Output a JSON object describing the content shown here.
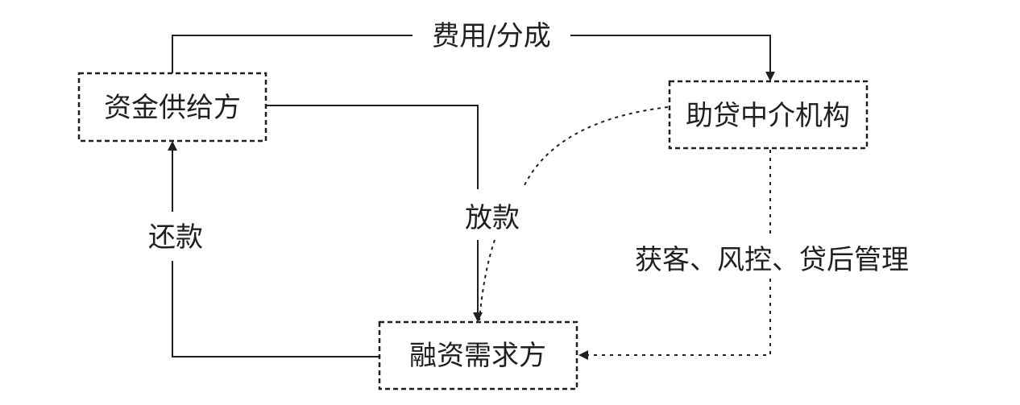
{
  "diagram": {
    "nodes": {
      "fund_supplier": {
        "label": "资金供给方"
      },
      "loan_intermediary": {
        "label": "助贷中介机构"
      },
      "financing_demander": {
        "label": "融资需求方"
      }
    },
    "edges": {
      "fee_share": {
        "label": "费用/分成",
        "from": "资金供给方",
        "to": "助贷中介机构",
        "style": "solid"
      },
      "lending": {
        "label": "放款",
        "from": "资金供给方",
        "to": "融资需求方",
        "style": "solid"
      },
      "repayment": {
        "label": "还款",
        "from": "融资需求方",
        "to": "资金供给方",
        "style": "solid"
      },
      "services": {
        "label": "获客、风控、贷后管理",
        "from": "助贷中介机构",
        "to": "融资需求方",
        "style": "dotted"
      },
      "intermediary_link": {
        "from": "助贷中介机构",
        "to": "融资需求方",
        "style": "dotted-curve"
      }
    }
  }
}
